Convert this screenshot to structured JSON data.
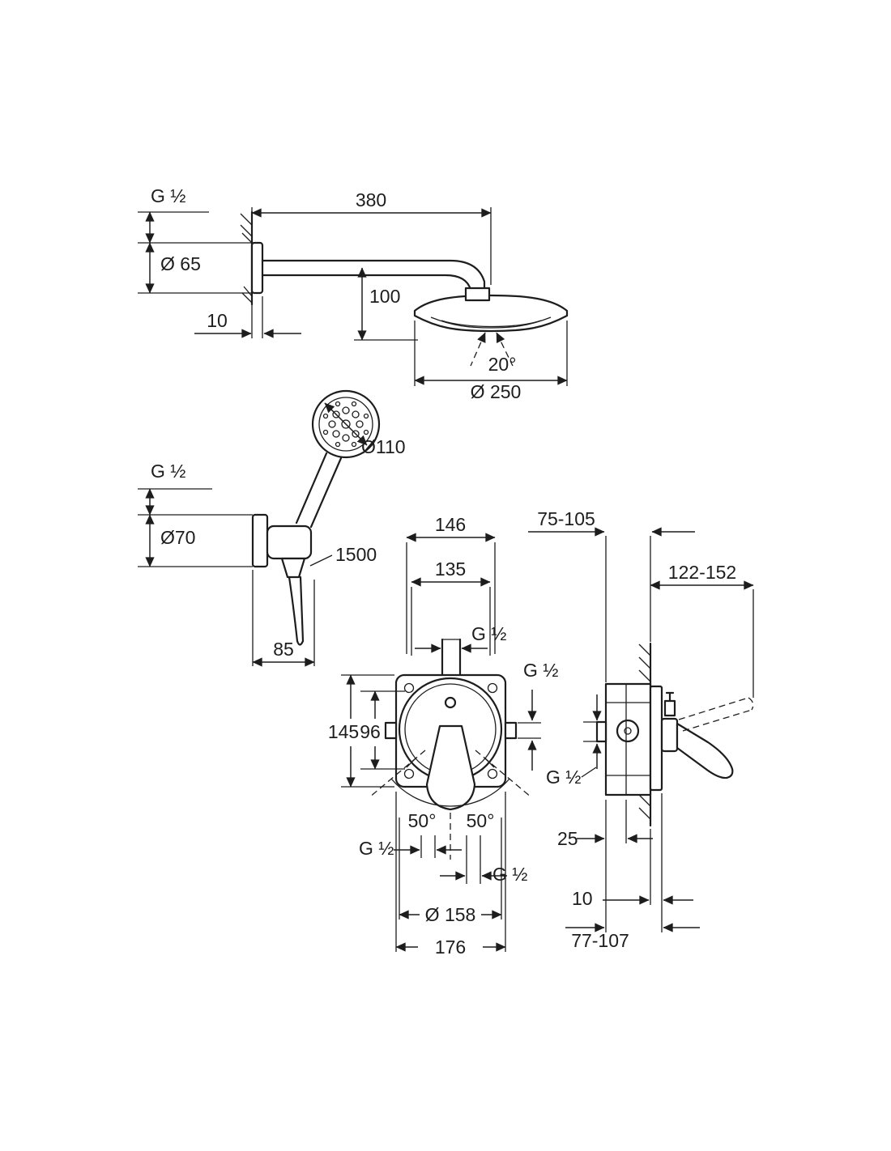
{
  "drawing": {
    "colors": {
      "background": "#ffffff",
      "line": "#1d1d1d"
    }
  },
  "labels": {
    "head_shower": {
      "thread": "G ½",
      "flange_diameter": "Ø 65",
      "arm_length": "380",
      "head_drop": "100",
      "flange_depth": "10",
      "spray_angle": "20°",
      "head_diameter": "Ø 250"
    },
    "hand_shower": {
      "head_diameter": "Ø110",
      "thread": "G ½",
      "holder_flange_diameter": "Ø70",
      "hose_length": "1500",
      "holder_depth": "85"
    },
    "mixer_front": {
      "box_width_outer": "146",
      "box_width_inner": "135",
      "thread_top": "G ½",
      "thread_right": "G ½",
      "box_height": "145",
      "hole_spacing": "96",
      "angle_left": "50°",
      "angle_right": "50°",
      "thread_bottom_left": "G ½",
      "thread_bottom_right": "G ½",
      "plate_circle_diameter": "Ø 158",
      "plate_width": "176"
    },
    "mixer_side": {
      "install_depth_body": "75-105",
      "install_depth_total": "122-152",
      "thread": "G ½",
      "body_section_depth": "25",
      "plate_depth": "10",
      "install_depth_range": "77-107"
    }
  }
}
